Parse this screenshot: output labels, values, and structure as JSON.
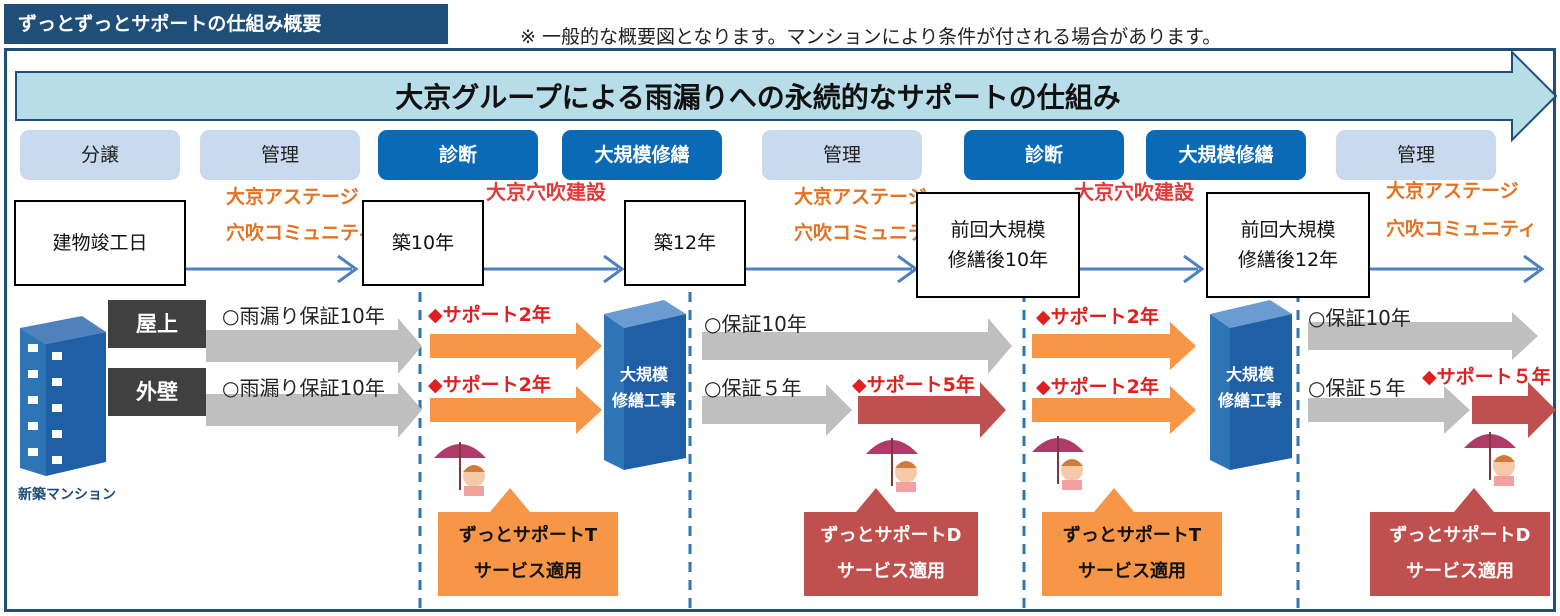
{
  "header": {
    "title": "ずっとずっとサポートの仕組み概要",
    "note": "※ 一般的な概要図となります。マンションにより条件が付される場合があります。"
  },
  "banner": {
    "text": "大京グループによる雨漏りへの永続的なサポートの仕組み"
  },
  "phases": [
    "分譲",
    "管理",
    "診断",
    "大規模修繕",
    "管理",
    "診断",
    "大規模修繕",
    "管理"
  ],
  "companies": {
    "asteage": "大京アステージ",
    "community": "穴吹コミュニティ",
    "construction": "大京穴吹建設"
  },
  "milestones": [
    "建物竣工日",
    "築10年",
    "築12年",
    "前回大規模\n修繕後10年",
    "前回大規模\n修繕後12年"
  ],
  "categories": {
    "roof": "屋上",
    "wall": "外壁"
  },
  "warranties": {
    "roof_initial": "○雨漏り保証10年",
    "wall_initial": "○雨漏り保証10年",
    "roof_after": "○保証10年",
    "wall_after": "○保証５年"
  },
  "supports": {
    "two_years": "◆サポート2年",
    "five_years": "◆サポート5年",
    "five_years_alt": "◆サポート５年"
  },
  "repair_label": "大規模\n修繕工事",
  "building_label": "新築マンション",
  "services": {
    "t": "ずっとサポートT\nサービス適用",
    "d": "ずっとサポートD\nサービス適用"
  },
  "colors": {
    "navy": "#1f4e79",
    "banner": "#add8e6",
    "gray_arrow": "#bfbfbf",
    "orange_arrow": "#f79646",
    "red_arrow": "#c0504d"
  }
}
